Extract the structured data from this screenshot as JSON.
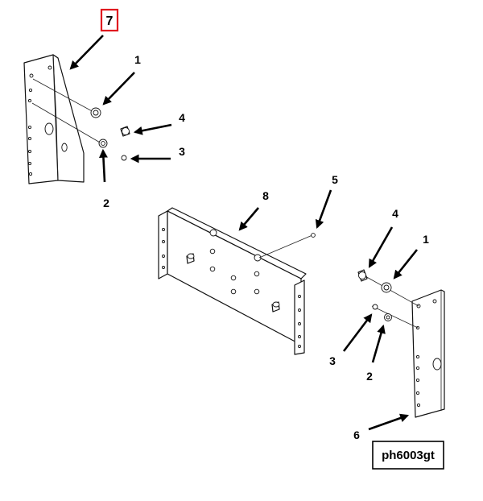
{
  "highlighted_callout": "7",
  "reference_code": "ph6003gt",
  "callouts": {
    "left_1": "1",
    "left_4": "4",
    "left_3": "3",
    "left_2": "2",
    "center_8": "8",
    "center_5": "5",
    "right_4": "4",
    "right_1": "1",
    "right_3": "3",
    "right_2": "2",
    "right_6": "6"
  },
  "colors": {
    "highlight_border": "#e0191f",
    "ink": "#000000"
  }
}
